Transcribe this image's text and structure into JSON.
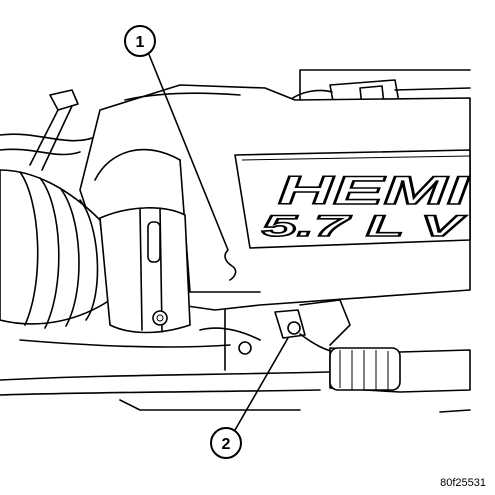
{
  "callouts": [
    {
      "number": "1"
    },
    {
      "number": "2"
    }
  ],
  "engine_cover": {
    "line1": "HEMI",
    "line2": "5.7 L V"
  },
  "figure_code": "80f25531"
}
